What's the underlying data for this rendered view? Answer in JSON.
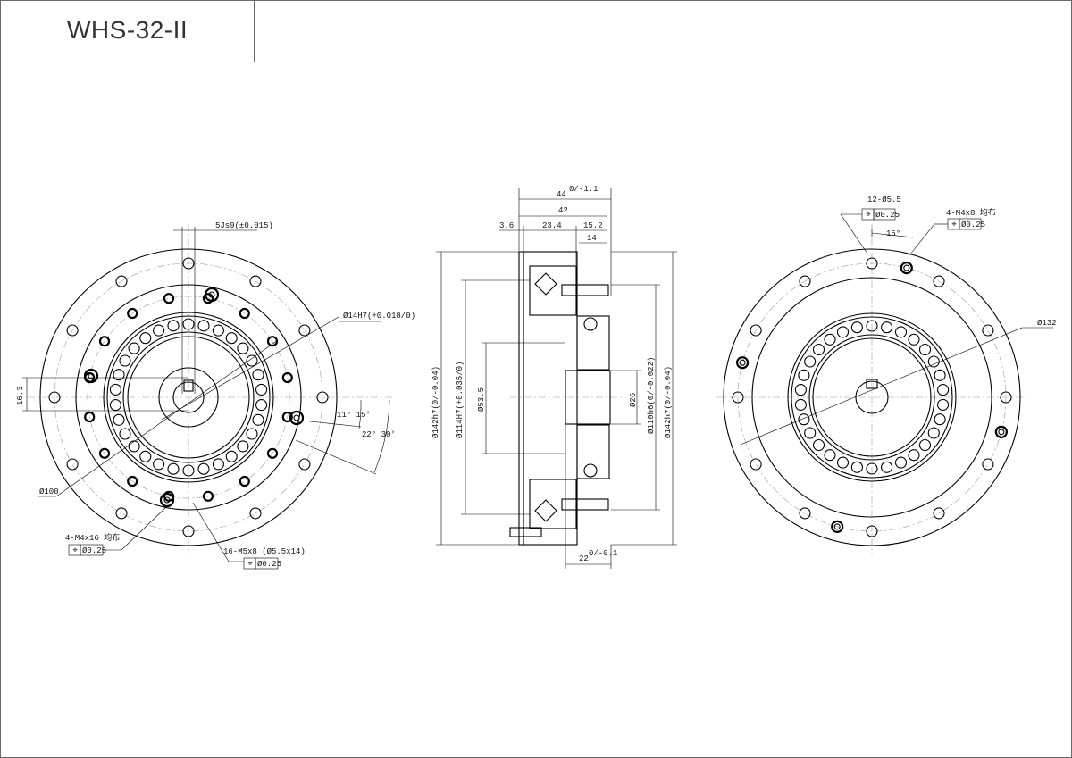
{
  "title": "WHS-32-II",
  "left_view": {
    "keyway": "5Js9(±0.015)",
    "bore": "Ø14H7(+0.018/0)",
    "key_height": "16.3",
    "angle_small": "11° 15'",
    "angle_large": "22° 30'",
    "pcd": "Ø100",
    "thread_a": "4-M4x16 均布",
    "thread_a_tol": "Ø0.25",
    "thread_b": "16-M5x8 (Ø5.5x14)",
    "thread_b_tol": "Ø0.25"
  },
  "side_view": {
    "overall_length": "44",
    "overall_length_tol": "0/-1.1",
    "length_42": "42",
    "length_3_6": "3.6",
    "length_23_4": "23.4",
    "length_15_2": "15.2",
    "length_14": "14",
    "dia_outer_left": "Ø142h7(0/-0.04)",
    "dia_114": "Ø114H7(+0.035/0)",
    "dia_53_5": "Ø53.5",
    "dia_26": "Ø26",
    "dia_110": "Ø110h6(0/-0.022)",
    "dia_outer_right": "Ø142h7(0/-0.04)",
    "hub_length": "22",
    "hub_length_tol": "0/-0.1"
  },
  "right_view": {
    "holes": "12-Ø5.5",
    "holes_tol": "Ø0.25",
    "thread": "4-M4x8 均布",
    "thread_tol": "Ø0.25",
    "angle": "15°",
    "pcd": "Ø132"
  }
}
